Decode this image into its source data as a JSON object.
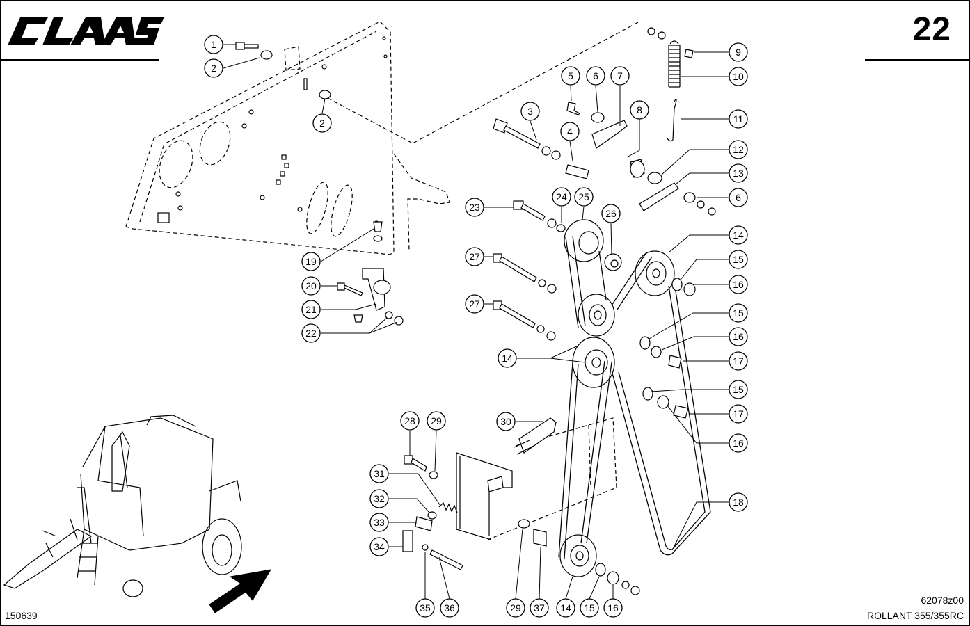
{
  "header": {
    "brand": "CLAAS",
    "page_number": "22"
  },
  "footer": {
    "doc_number": "150639",
    "drawing_code": "62078z00",
    "model": "ROLLANT 355/355RC"
  },
  "callouts": {
    "c1": "1",
    "c2a": "2",
    "c2b": "2",
    "c3": "3",
    "c4": "4",
    "c5": "5",
    "c6a": "6",
    "c6b": "6",
    "c7": "7",
    "c8": "8",
    "c9": "9",
    "c10": "10",
    "c11": "11",
    "c12": "12",
    "c13": "13",
    "c14a": "14",
    "c14b": "14",
    "c14c": "14",
    "c15a": "15",
    "c15b": "15",
    "c15c": "15",
    "c15d": "15",
    "c16a": "16",
    "c16b": "16",
    "c16c": "16",
    "c16d": "16",
    "c17a": "17",
    "c17b": "17",
    "c18": "18",
    "c19": "19",
    "c20": "20",
    "c21": "21",
    "c22": "22",
    "c23": "23",
    "c24": "24",
    "c25": "25",
    "c26": "26",
    "c27a": "27",
    "c27b": "27",
    "c28": "28",
    "c29a": "29",
    "c29b": "29",
    "c30": "30",
    "c31": "31",
    "c32": "32",
    "c33": "33",
    "c34": "34",
    "c35": "35",
    "c36": "36",
    "c37": "37"
  }
}
